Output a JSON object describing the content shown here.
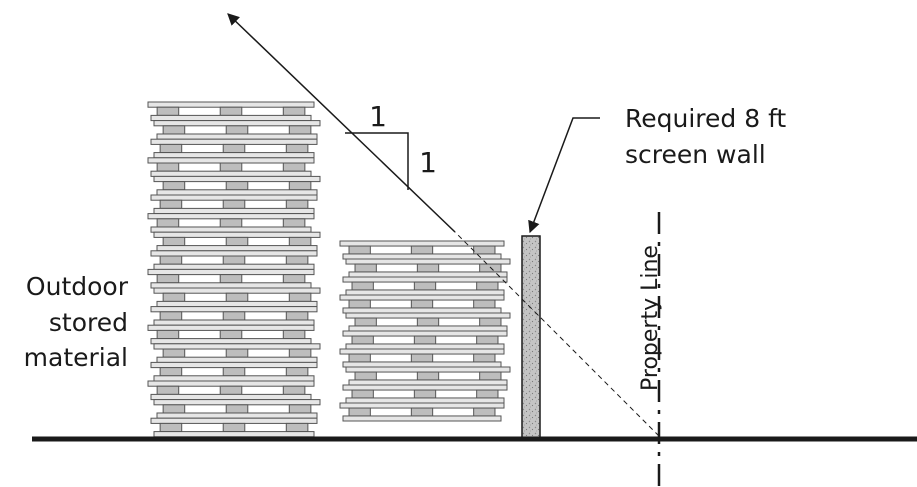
{
  "labels": {
    "material_line1": "Outdoor",
    "material_line2": "stored",
    "material_line3": "material",
    "wall_line1": "Required 8 ft",
    "wall_line2": "screen wall",
    "property_line": "Property Line",
    "slope_run": "1",
    "slope_rise": "1"
  },
  "colors": {
    "line": "#1a1a1a",
    "board": "#bdbdbd",
    "board_stroke": "#555555",
    "wall_fill": "#b8b8b8"
  }
}
